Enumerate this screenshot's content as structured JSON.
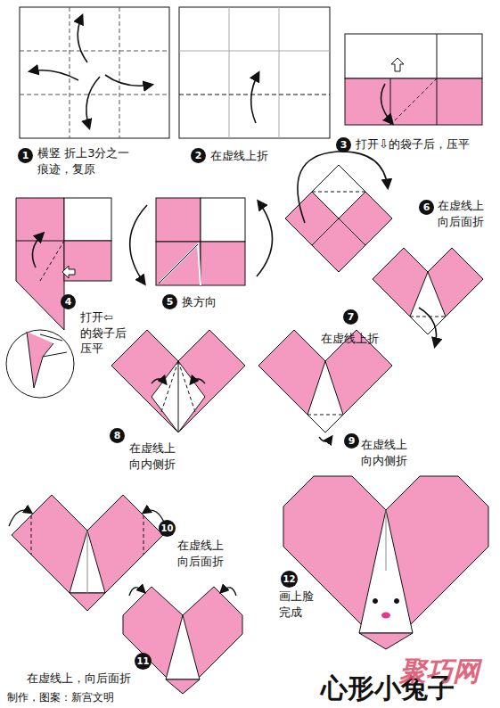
{
  "diagram": {
    "title": "心形小兔子",
    "labels": [
      "1",
      "横竖 折上3分之一 痕迹，复原",
      "2",
      "在虚线上折",
      "3",
      "打开⇩的袋子后，压平",
      "4",
      "打开⇦的袋子后 压平",
      "5",
      "换方向",
      "6",
      "在虚线上 向后面折",
      "7",
      "在虚线上折",
      "8",
      "在虚线上 向内侧折",
      "9",
      "在虚线上 向内侧折",
      "10",
      "在虚线上 向后面折",
      "11",
      "在虚线上，向后面折",
      "12",
      "画上脸 完成",
      "制作，图案：新宫文明",
      "聚巧网"
    ]
  }
}
